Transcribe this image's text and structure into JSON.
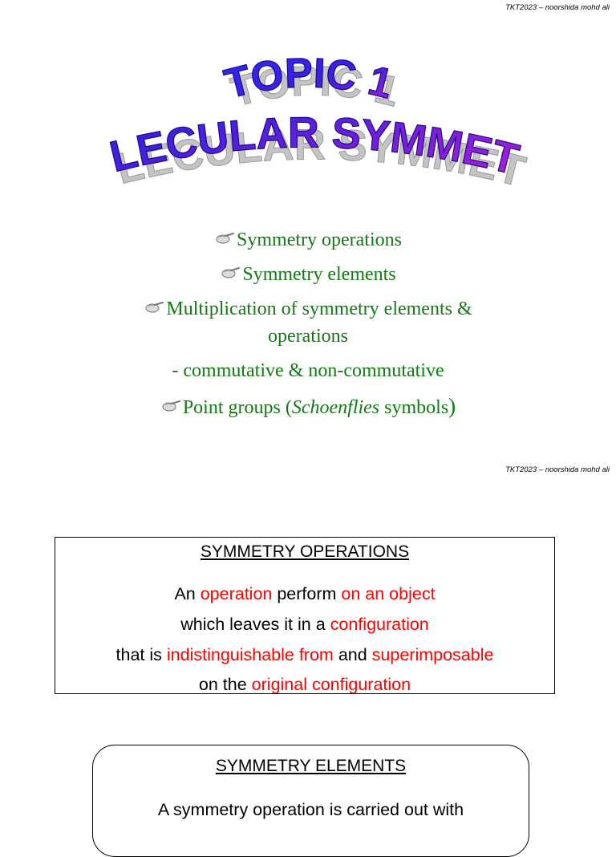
{
  "page_notes": {
    "top": "TKT2023 – noorshida mohd ali",
    "middle": "TKT2023 – noorshida mohd ali"
  },
  "title": {
    "line1": "TOPIC 1",
    "line2": "MOLECULAR SYMMETRY",
    "fill_color": "#2020ee",
    "accent_color": "#a020d0",
    "shadow_color": "#bfbfbf"
  },
  "bullet_icon": "pointing-hand-icon",
  "bullets": [
    {
      "text": "Symmetry operations"
    },
    {
      "text": "Symmetry elements"
    },
    {
      "text": "Multiplication of symmetry elements &"
    },
    {
      "text": "operations"
    },
    {
      "text": "- commutative & non-commutative"
    },
    {
      "before": "Point groups (",
      "italic": "Schoenflies",
      "after": " symbols",
      "close": ")"
    }
  ],
  "operations_box": {
    "heading": "SYMMETRY OPERATIONS",
    "line1": {
      "a": "An ",
      "b": "operation",
      "c": " perform ",
      "d": "on an object"
    },
    "line2": {
      "a": "which leaves it in a ",
      "b": "configuration"
    },
    "line3": {
      "a": "that is ",
      "b": "indistinguishable from",
      "c": " and ",
      "d": "superimposable"
    },
    "line4": {
      "a": "on the ",
      "b": "original configuration"
    }
  },
  "elements_box": {
    "heading": "SYMMETRY ELEMENTS",
    "line1": "A symmetry operation is carried out with"
  },
  "colors": {
    "bullet_text": "#117a11",
    "highlight": "#ff0000"
  }
}
